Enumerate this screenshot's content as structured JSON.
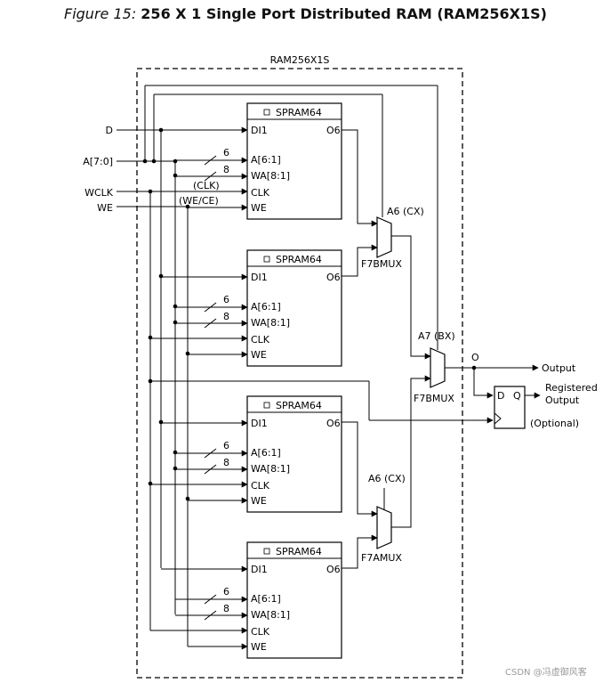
{
  "title": {
    "prefix": "Figure 15:",
    "main": "256 X 1 Single Port Distributed RAM (RAM256X1S)"
  },
  "container_label": "RAM256X1S",
  "inputs": {
    "d": "D",
    "a": "A[7:0]",
    "wclk": "WCLK",
    "we": "WE"
  },
  "annotations": {
    "clk": "(CLK)",
    "we_ce": "(WE/CE)"
  },
  "spram": {
    "name": "SPRAM64",
    "di": "DI1",
    "o6": "O6",
    "a": "A[6:1]",
    "wa": "WA[8:1]",
    "clk": "CLK",
    "we": "WE",
    "bus_a": "6",
    "bus_wa": "8"
  },
  "muxes": {
    "top_sel": "A6 (CX)",
    "top_name": "F7BMUX",
    "mid_sel": "A7 (BX)",
    "mid_name": "F7BMUX",
    "bot_sel": "A6 (CX)",
    "bot_name": "F7AMUX"
  },
  "outputs": {
    "o": "O",
    "output": "Output",
    "registered_1": "Registered",
    "registered_2": "Output",
    "optional": "(Optional)"
  },
  "flipflop": {
    "d": "D",
    "q": "Q"
  },
  "watermark": "CSDN @冯虚御风客"
}
